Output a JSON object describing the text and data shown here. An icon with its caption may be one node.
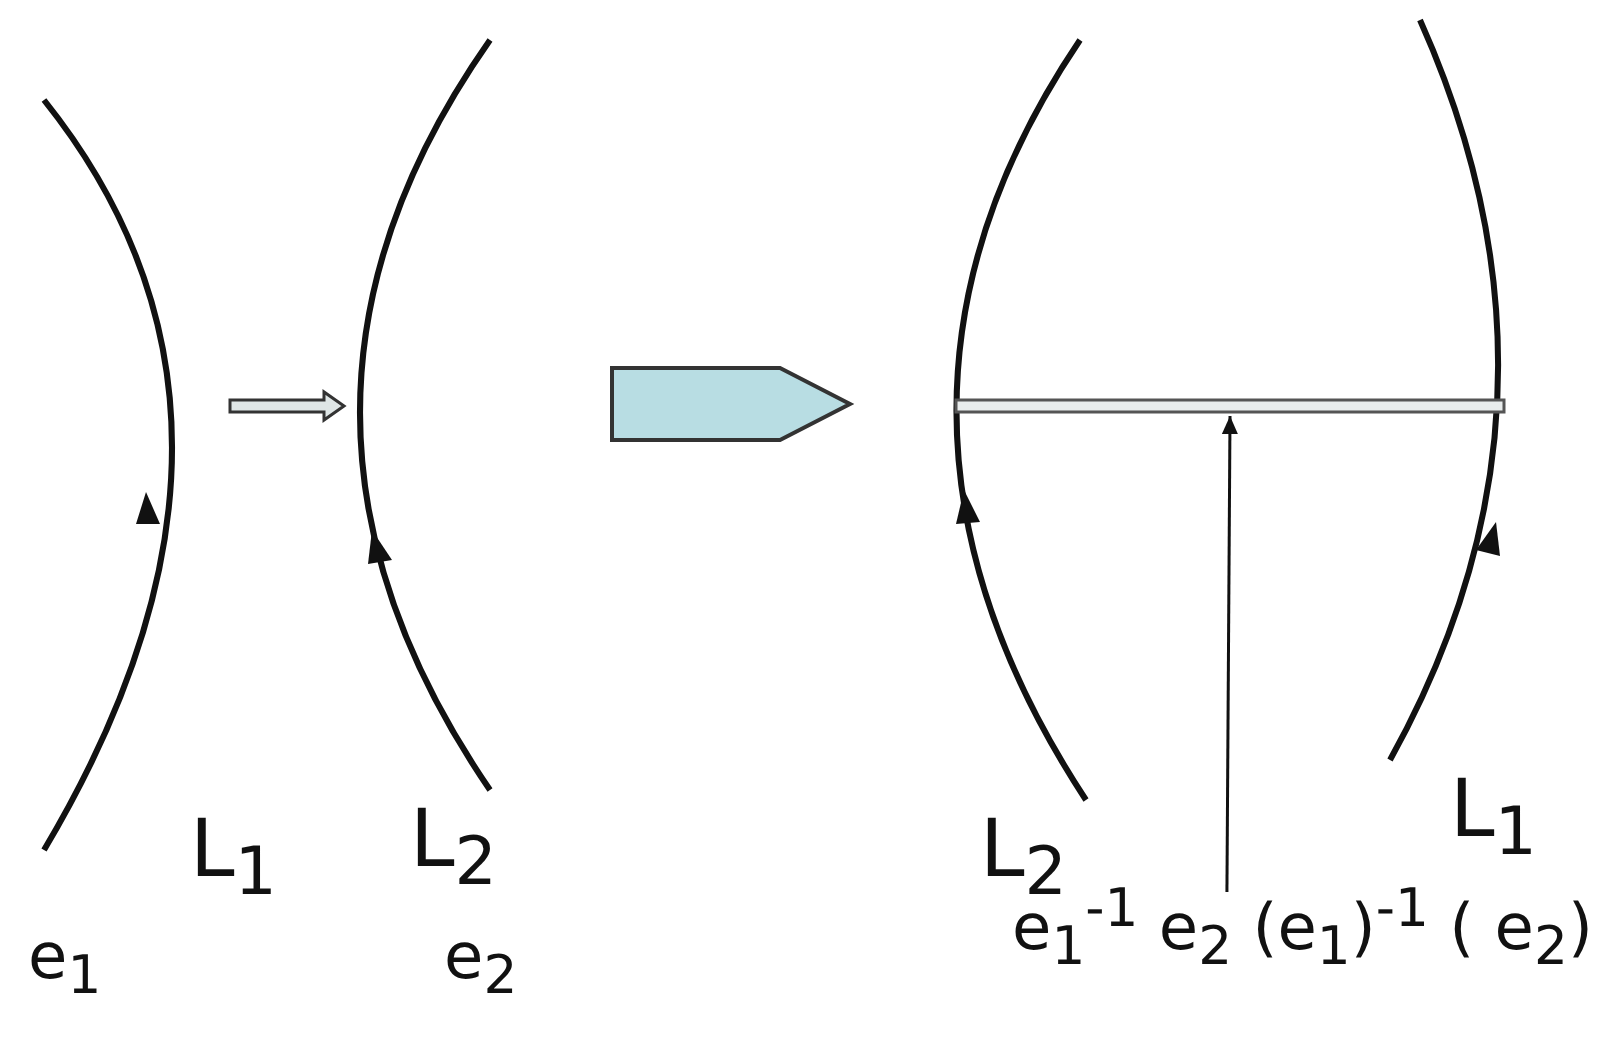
{
  "diagram": {
    "nodes": [
      {
        "text": [
          "e$_{1}$$^{-1}$ e$_{2}$ (e$_{1}$)$^{-1}$ ( e$_{2}$)"
        ]
      },
      {
        "text": [],
        "shape": "bar"
      }
    ],
    "edges": [
      {
        "from": 0,
        "to": 1,
        "arrow": "to"
      }
    ],
    "labels": [
      "L$_{1}$",
      "L$_{2}$",
      "L$_{2}$",
      "L$_{1}$",
      "e$_{1}$",
      "e$_{2}$"
    ]
  }
}
